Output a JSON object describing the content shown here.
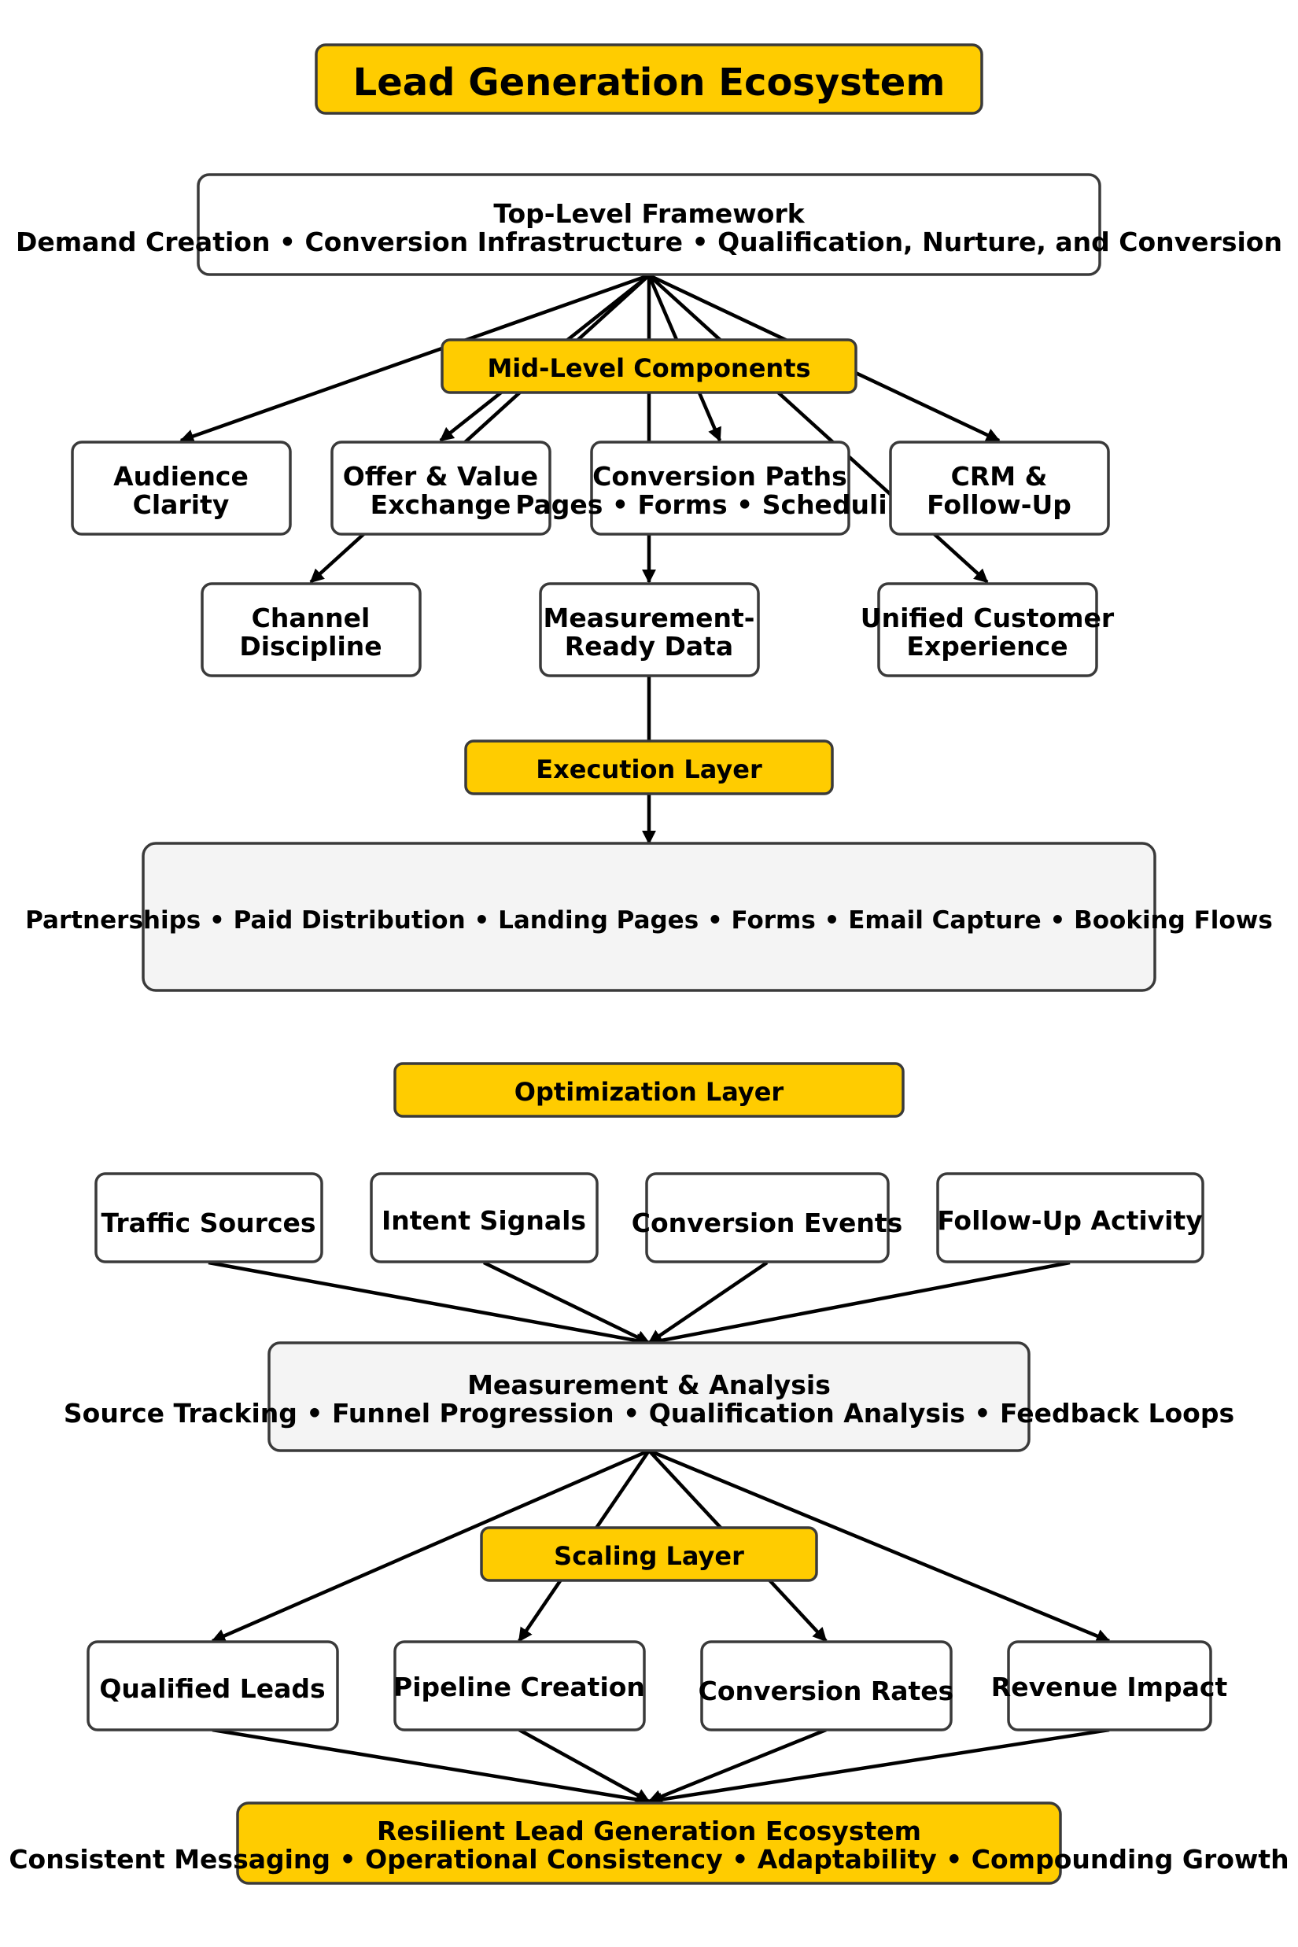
{
  "colors": {
    "accent": "#FFCC00",
    "box": "#FFFFFF",
    "panel": "#F4F4F4",
    "line": "#000000",
    "border": "#3a3a3a"
  },
  "title": "Lead Generation Ecosystem",
  "framework": {
    "title": "Top-Level Framework",
    "subtitle": "Demand Creation • Conversion Infrastructure • Qualification, Nurture, and Conversion"
  },
  "mid_level": {
    "label": "Mid-Level Components",
    "components": [
      {
        "line1": "Audience",
        "line2": "Clarity"
      },
      {
        "line1": "Offer & Value",
        "line2": "Exchange"
      },
      {
        "line1": "Conversion Paths",
        "line2": "Pages • Forms • Scheduling"
      },
      {
        "line1": "CRM &",
        "line2": "Follow-Up"
      },
      {
        "line1": "Channel",
        "line2": "Discipline"
      },
      {
        "line1": "Measurement-",
        "line2": "Ready Data"
      },
      {
        "line1": "Unified Customer",
        "line2": "Experience"
      }
    ]
  },
  "execution": {
    "label": "Execution Layer",
    "items": "Partnerships • Paid Distribution • Landing Pages • Forms • Email Capture • Booking Flows"
  },
  "optimization": {
    "label": "Optimization Layer",
    "signals": [
      "Traffic Sources",
      "Intent Signals",
      "Conversion Events",
      "Follow-Up Activity"
    ]
  },
  "analysis": {
    "title": "Measurement & Analysis",
    "subtitle": "Source Tracking • Funnel Progression • Qualification Analysis • Feedback Loops"
  },
  "scaling": {
    "label": "Scaling Layer",
    "outcomes": [
      "Qualified Leads",
      "Pipeline Creation",
      "Conversion Rates",
      "Revenue Impact"
    ]
  },
  "ecosystem": {
    "title": "Resilient Lead Generation Ecosystem",
    "subtitle": "Consistent Messaging • Operational Consistency • Adaptability • Compounding Growth"
  }
}
